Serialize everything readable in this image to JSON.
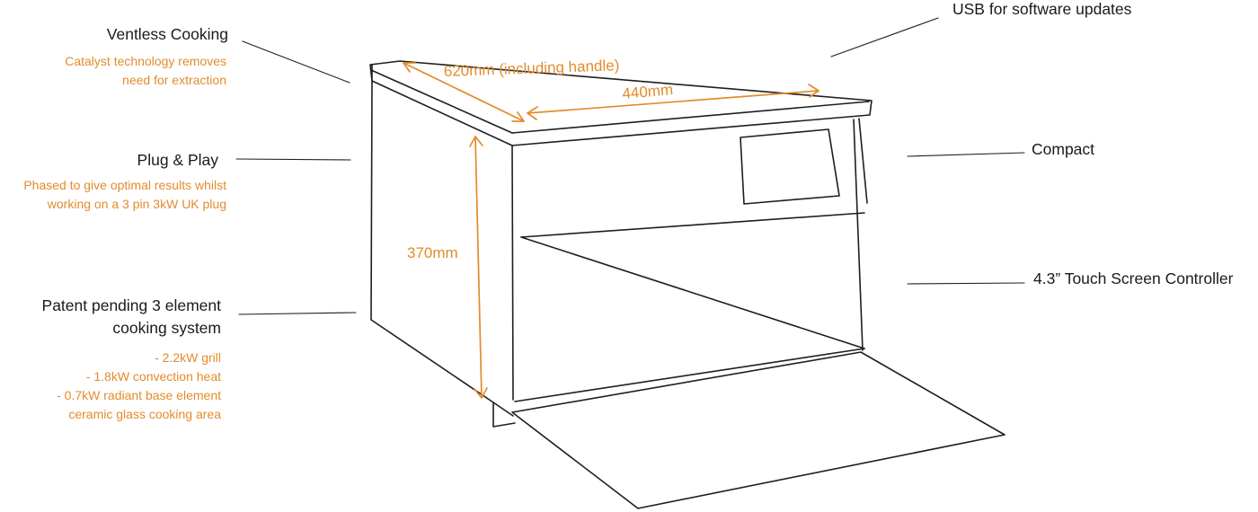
{
  "features": {
    "ventless": {
      "title": "Ventless Cooking",
      "desc": [
        "Catalyst technology removes",
        "need for extraction"
      ]
    },
    "plug": {
      "title": "Plug & Play",
      "desc": [
        "Phased to give optimal results whilst",
        "working on a 3 pin 3kW UK plug"
      ]
    },
    "patent": {
      "title": [
        "Patent pending 3 element",
        "cooking system"
      ],
      "desc": [
        "- 2.2kW grill",
        "- 1.8kW convection heat",
        "- 0.7kW radiant base element",
        "ceramic glass cooking area"
      ]
    },
    "usb": {
      "title": "USB for software updates"
    },
    "compact": {
      "title": "Compact"
    },
    "touch": {
      "title": "4.3” Touch Screen Controller"
    }
  },
  "dimensions": {
    "length": "620mm (including handle)",
    "width": "440mm",
    "height": "370mm"
  },
  "colors": {
    "accent": "#e38b2c",
    "ink": "#1e1e1e"
  }
}
